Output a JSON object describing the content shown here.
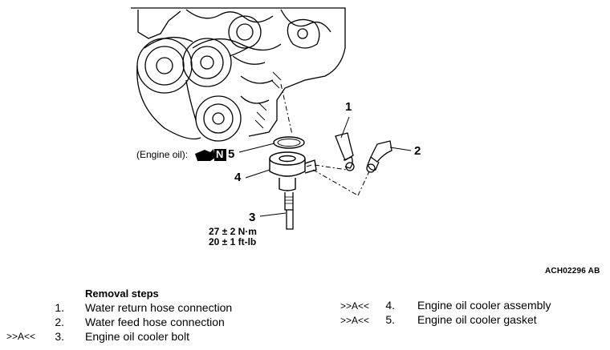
{
  "diagram": {
    "callouts": {
      "item1": "1",
      "item2": "2",
      "item3": "3",
      "item4": "4"
    },
    "engine_oil_label": "(Engine oil):",
    "engine_oil_symbol": "N",
    "engine_oil_item": "5",
    "torque_line1": "27 ± 2 N·m",
    "torque_line2": "20 ± 1 ft-lb",
    "figure_id": "ACH02296 AB"
  },
  "removal": {
    "title": "Removal steps",
    "steps": [
      {
        "marker": "",
        "number": "1.",
        "text": "Water return hose connection"
      },
      {
        "marker": "",
        "number": "2.",
        "text": "Water feed hose connection"
      },
      {
        "marker": ">>A<<",
        "number": "3.",
        "text": "Engine oil cooler bolt"
      },
      {
        "marker": ">>A<<",
        "number": "4.",
        "text": "Engine oil cooler assembly"
      },
      {
        "marker": ">>A<<",
        "number": "5.",
        "text": "Engine oil cooler gasket"
      }
    ]
  }
}
